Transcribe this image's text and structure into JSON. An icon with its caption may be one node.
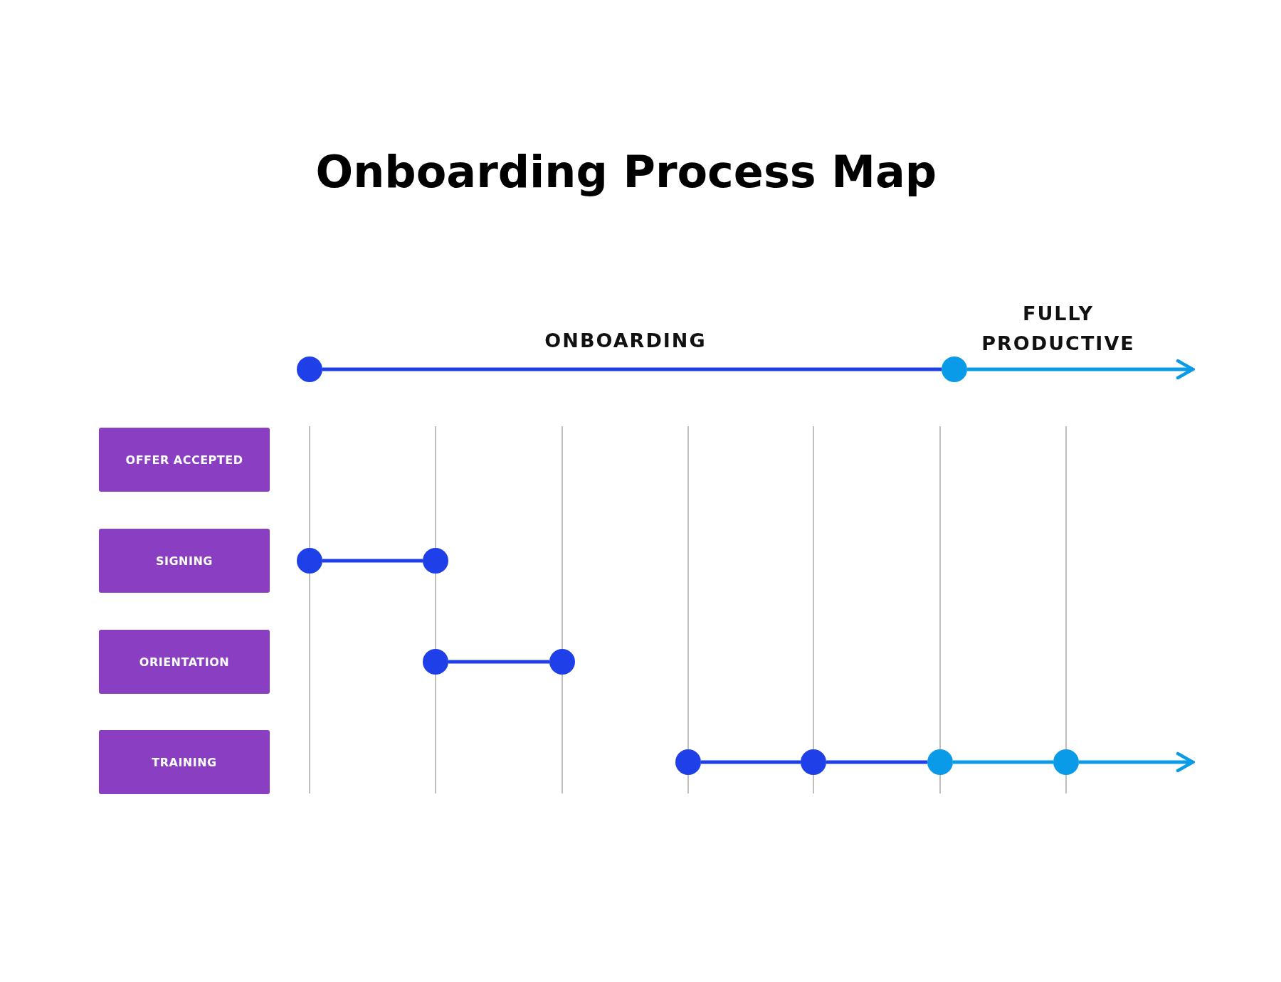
{
  "diagram": {
    "title": "Onboarding Process Map",
    "nodes": [
      {
        "text": [
          "OFFER ACCEPTED"
        ]
      },
      {
        "text": [
          "SIGNING"
        ]
      },
      {
        "text": [
          "ORIENTATION"
        ]
      },
      {
        "text": [
          "TRAINING"
        ]
      },
      {
        "text": [],
        "shape": "circle"
      },
      {
        "text": [],
        "shape": "circle"
      },
      {
        "text": [],
        "shape": "circle"
      },
      {
        "text": [],
        "shape": "circle"
      },
      {
        "text": [],
        "shape": "circle"
      },
      {
        "text": [],
        "shape": "circle"
      },
      {
        "text": [],
        "shape": "circle"
      },
      {
        "text": [],
        "shape": "circle"
      },
      {
        "text": [],
        "shape": "circle"
      },
      {
        "text": [],
        "shape": "circle"
      }
    ],
    "edges": [
      {
        "from": 4,
        "to": 5,
        "arrow": "none"
      },
      {
        "from": 5,
        "to": null,
        "arrow": "to",
        "color": "#0a9be8"
      },
      {
        "from": 6,
        "to": 7,
        "arrow": "none"
      },
      {
        "from": 8,
        "to": 9,
        "arrow": "none"
      },
      {
        "from": 10,
        "to": 11,
        "arrow": "none"
      },
      {
        "from": 11,
        "to": 12,
        "arrow": "none"
      },
      {
        "from": 12,
        "to": 13,
        "arrow": "none",
        "color": "#0a9be8"
      },
      {
        "from": 13,
        "to": null,
        "arrow": "to",
        "color": "#0a9be8"
      }
    ],
    "labels": [
      "FULLY PRODUCTIVE",
      "ONBOARDING"
    ]
  }
}
